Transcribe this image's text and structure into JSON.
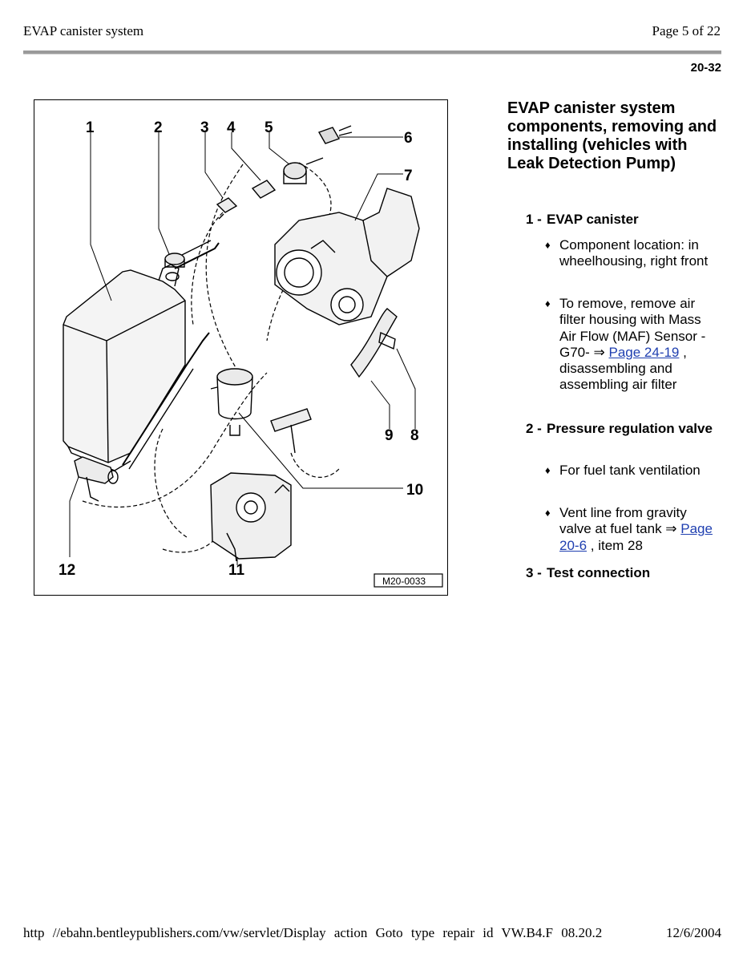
{
  "header": {
    "doc_title": "EVAP canister system",
    "page_indicator": "Page 5 of 22",
    "page_code": "20-32"
  },
  "figure": {
    "ref_code": "M20-0033",
    "callouts": [
      "1",
      "2",
      "3",
      "4",
      "5",
      "6",
      "7",
      "8",
      "9",
      "10",
      "11",
      "12"
    ]
  },
  "section": {
    "title": "EVAP canister system components, removing and installing (vehicles with Leak Detection Pump)",
    "items": [
      {
        "number": "1 -",
        "label": "EVAP canister",
        "bullets": [
          {
            "text": "Component location: in wheelhousing, right front"
          },
          {
            "text_before": "To remove, remove air filter housing with Mass Air Flow (MAF) Sensor -G70- ⇒ ",
            "link": "Page 24-19",
            "text_after": " , disassembling and assembling air filter"
          }
        ]
      },
      {
        "number": "2 -",
        "label": "Pressure regulation valve",
        "bullets": [
          {
            "text": "For fuel tank ventilation"
          },
          {
            "text_before": "Vent line from gravity valve at fuel tank ⇒ ",
            "link": "Page 20-6",
            "text_after": " , item 28"
          }
        ]
      },
      {
        "number": "3 -",
        "label": "Test connection",
        "bullets": []
      }
    ]
  },
  "footer": {
    "url": "http //ebahn.bentleypublishers.com/vw/servlet/Display action Goto type repair id VW.B4.F 08.20.2",
    "date": "12/6/2004"
  },
  "bullet_glyph": "♦"
}
